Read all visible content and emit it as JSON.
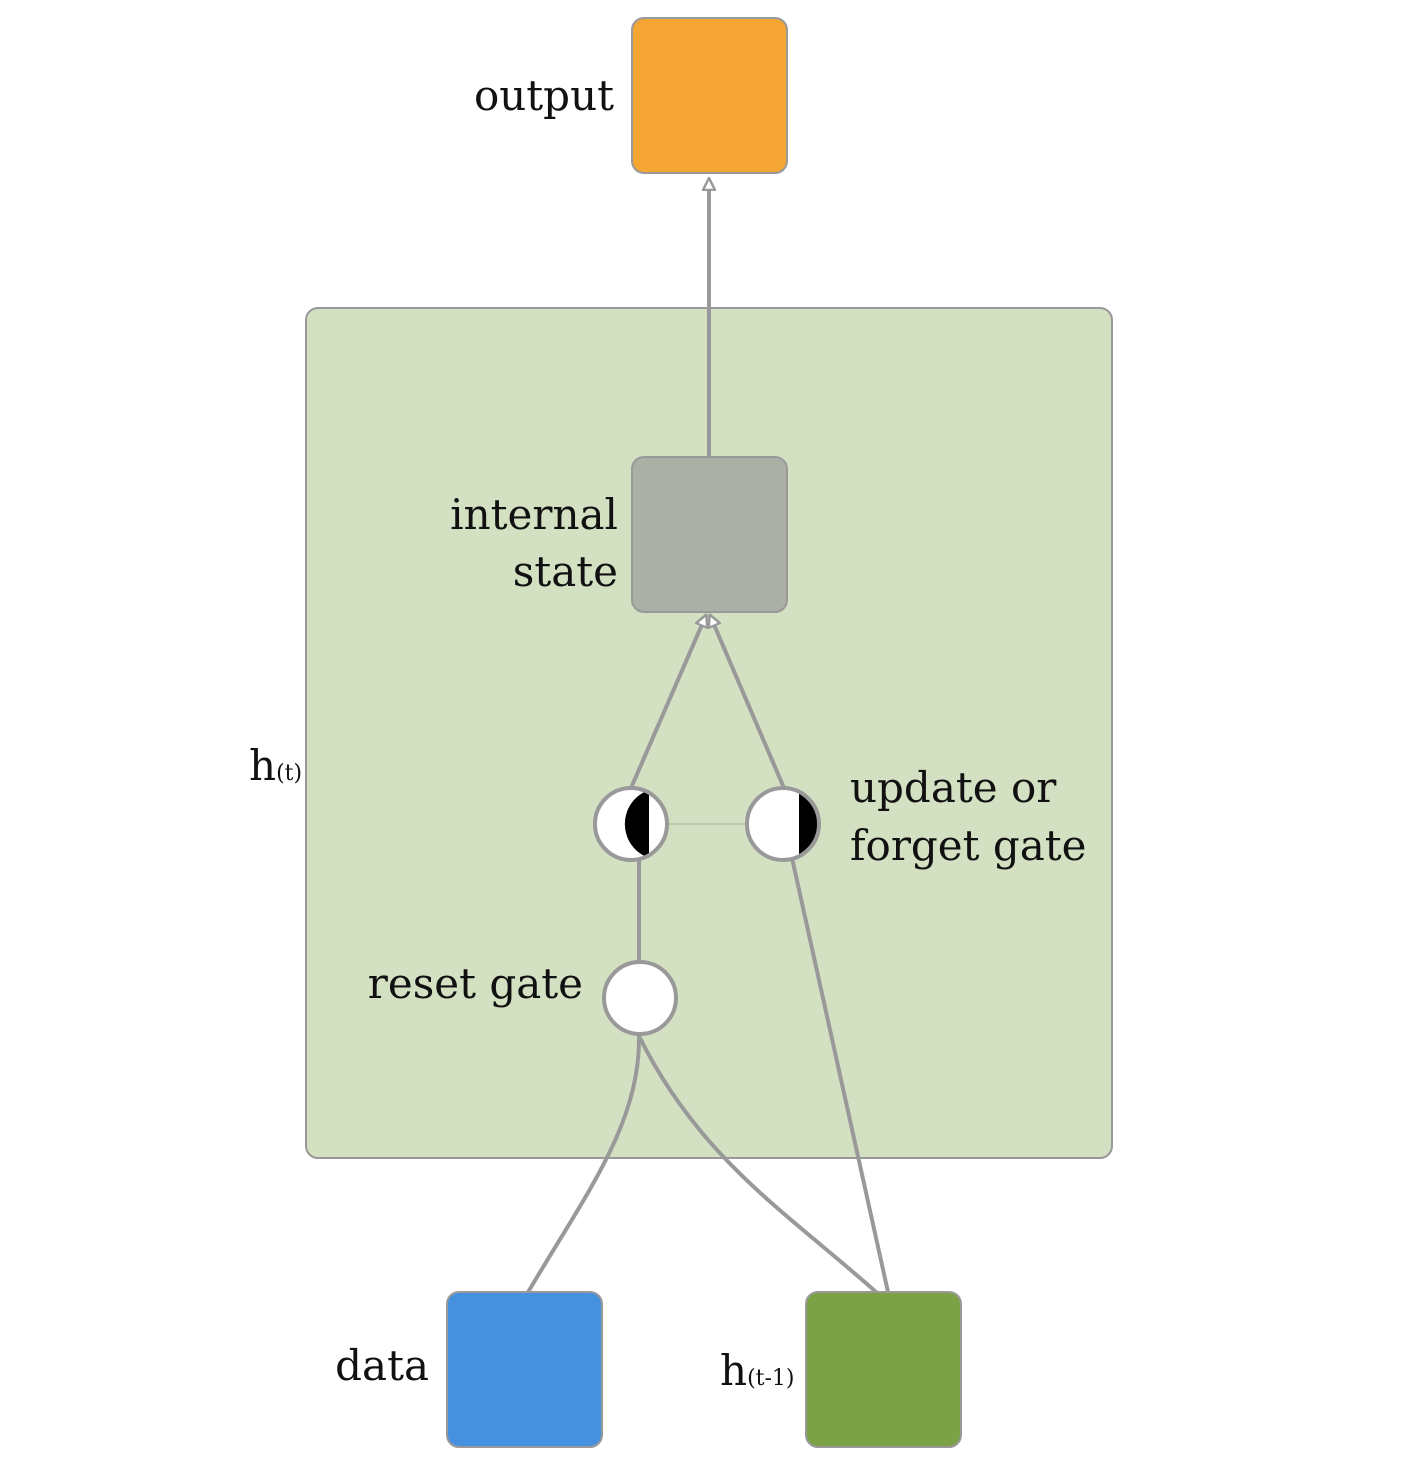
{
  "labels": {
    "output": "output",
    "internal_state_line1": "internal",
    "internal_state_line2": "state",
    "update_gate_line1": "update or",
    "update_gate_line2": "forget gate",
    "reset_gate": "reset gate",
    "data": "data",
    "h_t_base": "h",
    "h_t_sub": "(t)",
    "h_prev_base": "h",
    "h_prev_sub": "(t-1)"
  },
  "colors": {
    "output": "#F4A533",
    "internal_state": "#AAB0A6",
    "cell_background": "#D3E0C2",
    "data": "#4591DF",
    "h_prev": "#7BA345",
    "connector": "#999999",
    "gate_fill": "#FFFFFF",
    "gate_dark": "#000000"
  }
}
